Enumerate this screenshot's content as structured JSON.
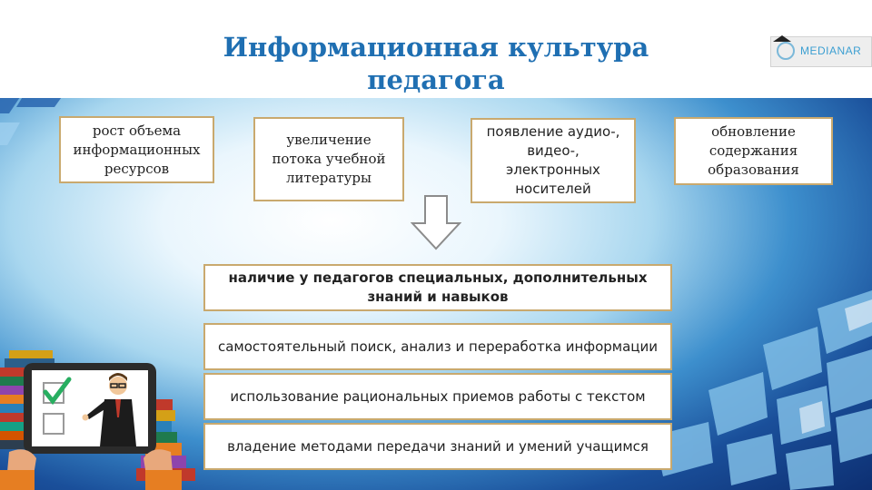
{
  "slide": {
    "title": "Информационная культура педагога",
    "logo_text": "MEDIANAR",
    "factors": [
      {
        "text": "рост объема информационных ресурсов"
      },
      {
        "text": "увеличение потока учебной литературы"
      },
      {
        "text": "появление аудио-, видео-, электронных носителей"
      },
      {
        "text": "обновление содержания образования"
      }
    ],
    "main_statement": "наличие у педагогов специальных, дополнительных  знаний и навыков",
    "skills": [
      {
        "text": "самостоятельный поиск, анализ и переработка информации"
      },
      {
        "text": "использование рациональных приемов работы с текстом"
      },
      {
        "text": "владение методами передачи знаний и умений учащимся"
      }
    ]
  },
  "colors": {
    "title": "#1f6fb2",
    "box_border": "#c9a96e",
    "bg_dark": "#0d2f72",
    "bg_light": "#eaf6fd"
  },
  "icons": [
    "down-arrow-icon",
    "checkmark-icon",
    "graduation-cap-icon",
    "globe-icon"
  ]
}
